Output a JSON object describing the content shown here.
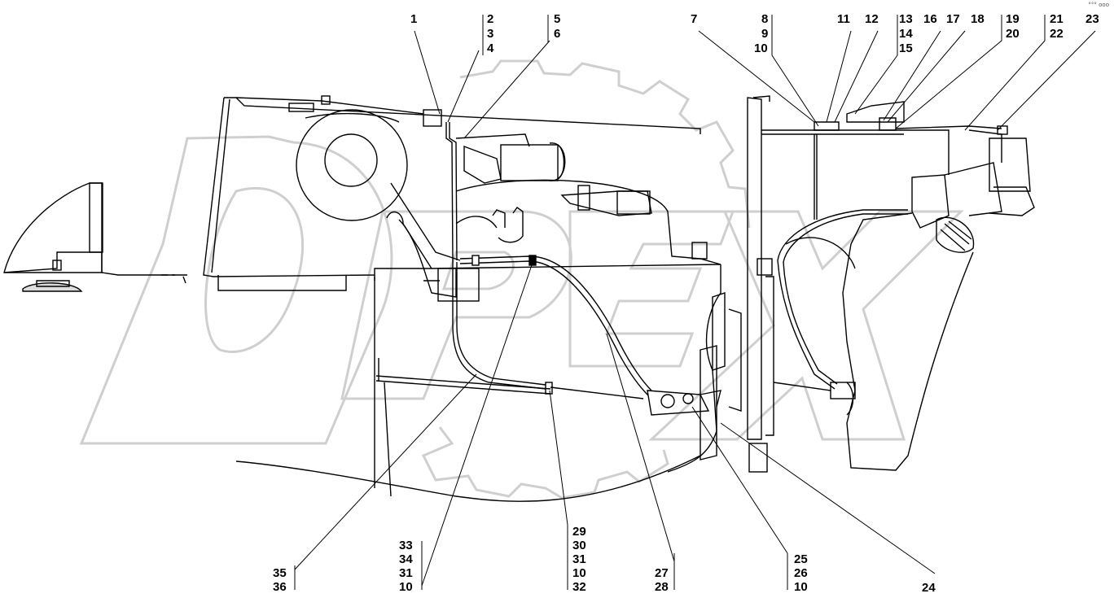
{
  "watermark": {
    "text": "OPEX",
    "color": "#c8c8c8"
  },
  "corner_mark": "°°° ooo",
  "callouts": {
    "c1": "1",
    "g2_4": [
      "2",
      "3",
      "4"
    ],
    "g5_6": [
      "5",
      "6"
    ],
    "c7": "7",
    "g8_10": [
      "8",
      "9",
      "10"
    ],
    "c11": "11",
    "c12": "12",
    "g13_15": [
      "13",
      "14",
      "15"
    ],
    "c16": "16",
    "c17": "17",
    "c18": "18",
    "g19_20": [
      "19",
      "20"
    ],
    "g21_22": [
      "21",
      "22"
    ],
    "c23": "23",
    "c24": "24",
    "g25_26": [
      "25",
      "26",
      "10"
    ],
    "g27_28": [
      "27",
      "28"
    ],
    "g29_32": [
      "29",
      "30",
      "31",
      "10",
      "32"
    ],
    "g33_10": [
      "33",
      "34",
      "31",
      "10"
    ],
    "g35_36": [
      "35",
      "36"
    ]
  }
}
